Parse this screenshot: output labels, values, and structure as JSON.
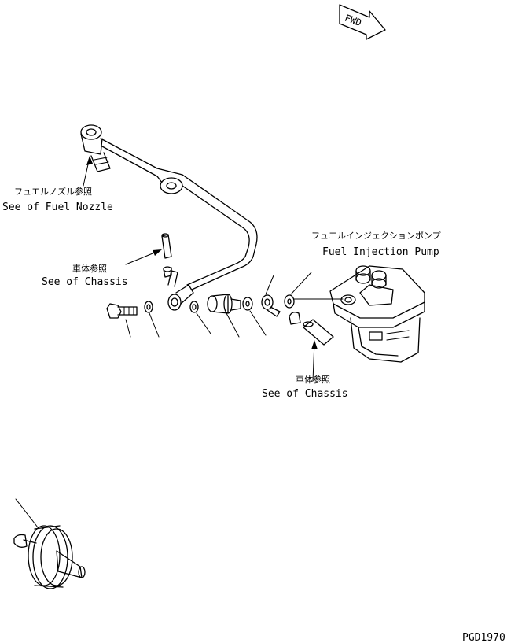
{
  "fwd_label": "FWD",
  "labels": {
    "fuel_nozzle_jp": "フュエルノズル参照",
    "fuel_nozzle_en": "See of Fuel Nozzle",
    "chassis_upper_jp": "車体参照",
    "chassis_upper_en": "See of Chassis",
    "injection_pump_jp": "フュエルインジェクションポンプ",
    "injection_pump_en": "Fuel Injection Pump",
    "chassis_lower_jp": "車体参照",
    "chassis_lower_en": "See of Chassis"
  },
  "drawing_code": "PGD1970"
}
